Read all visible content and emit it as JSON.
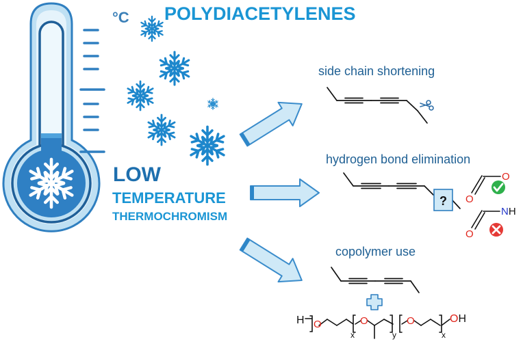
{
  "header": {
    "title": "POLYDIACETYLENES",
    "unit": "°C"
  },
  "concept": {
    "line1": "LOW",
    "line2": "TEMPERATURE",
    "line3": "THERMOCHROMISM"
  },
  "strategies": [
    {
      "label": "side chain shortening"
    },
    {
      "label": "hydrogen bond elimination",
      "unknown_group": "?"
    },
    {
      "label": "copolymer use"
    }
  ],
  "hbond_options": {
    "allowed_atom": "O",
    "disallowed_atom": "NH"
  },
  "copolymer_formula": {
    "h_end": "H",
    "oh_end": "OH",
    "oxygen": "O",
    "sub_x": "x",
    "sub_y": "y"
  },
  "colors": {
    "title_blue": "#1a95d4",
    "dark_blue": "#1e6fae",
    "light_blue": "#cfe9f7",
    "oxygen_red": "#e0241b",
    "nitrogen_blue": "#2337c9",
    "check_green": "#2eb04b",
    "cross_red": "#e53935"
  },
  "icons": [
    "thermometer-icon",
    "snowflake-icon",
    "arrow-icon",
    "scissors-icon",
    "check-icon",
    "cross-icon",
    "plus-icon"
  ]
}
